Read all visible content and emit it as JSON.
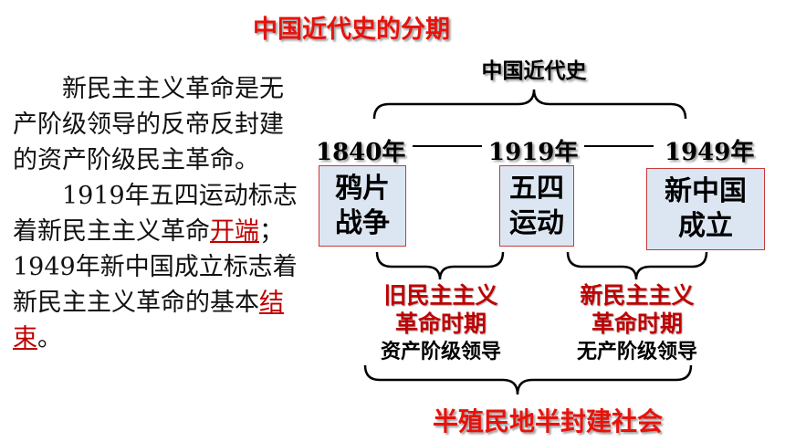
{
  "title": "中国近代史的分期",
  "paragraph": {
    "p1": "新民主主义革命是无产阶级领导的反帝反封建的资产阶级民主革命。",
    "p2_before": "1919年五四运动标志着新民主主义革命",
    "p2_term1": "开端",
    "p2_middle": "；1949年新中国成立标志着新民主主义革命的基本",
    "p2_term2": "结束",
    "p2_end": "。"
  },
  "diagram": {
    "root_label": "中国近代史",
    "years": [
      "1840年",
      "1919年",
      "1949年"
    ],
    "events": [
      {
        "line1": "鸦片",
        "line2": "战争"
      },
      {
        "line1": "五四",
        "line2": "运动"
      },
      {
        "line1": "新中国",
        "line2": "成立"
      }
    ],
    "periods": [
      {
        "line1": "旧民主主义",
        "line2": "革命时期",
        "lead": "资产阶级领导"
      },
      {
        "line1": "新民主主义",
        "line2": "革命时期",
        "lead": "无产阶级领导"
      }
    ],
    "society_label": "半殖民地半封建社会"
  },
  "colors": {
    "title_red": "#e8120c",
    "period_red": "#c00000",
    "event_box_fill": "#dce6f2",
    "event_box_border": "#c53a3a"
  }
}
